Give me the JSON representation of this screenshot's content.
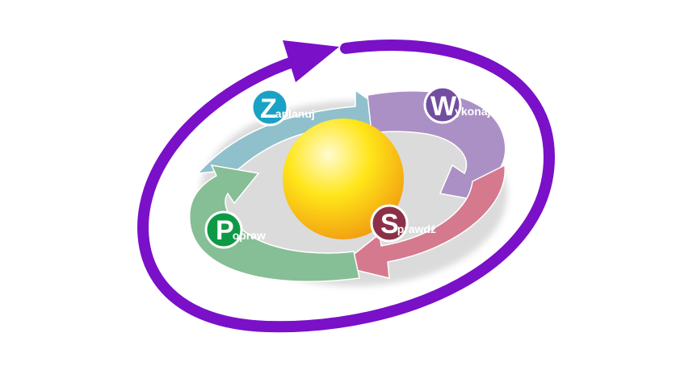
{
  "diagram": {
    "colors": {
      "orbit": "#7a10c8",
      "sphere_highlight": "#fffbd0",
      "sphere_mid": "#ffe61a",
      "sphere_edge": "#f29b0f"
    },
    "stages": [
      {
        "initial": "Z",
        "rest": "aplanuj",
        "arrow_color": "#8fc0cc",
        "badge_color": "#1aa2c4"
      },
      {
        "initial": "W",
        "rest": "ykonaj",
        "arrow_color": "#ab90c6",
        "badge_color": "#734ea0"
      },
      {
        "initial": "S",
        "rest": "prawdź",
        "arrow_color": "#d5798e",
        "badge_color": "#8c3048"
      },
      {
        "initial": "P",
        "rest": "opraw",
        "arrow_color": "#86be95",
        "badge_color": "#0e9a45"
      }
    ]
  }
}
